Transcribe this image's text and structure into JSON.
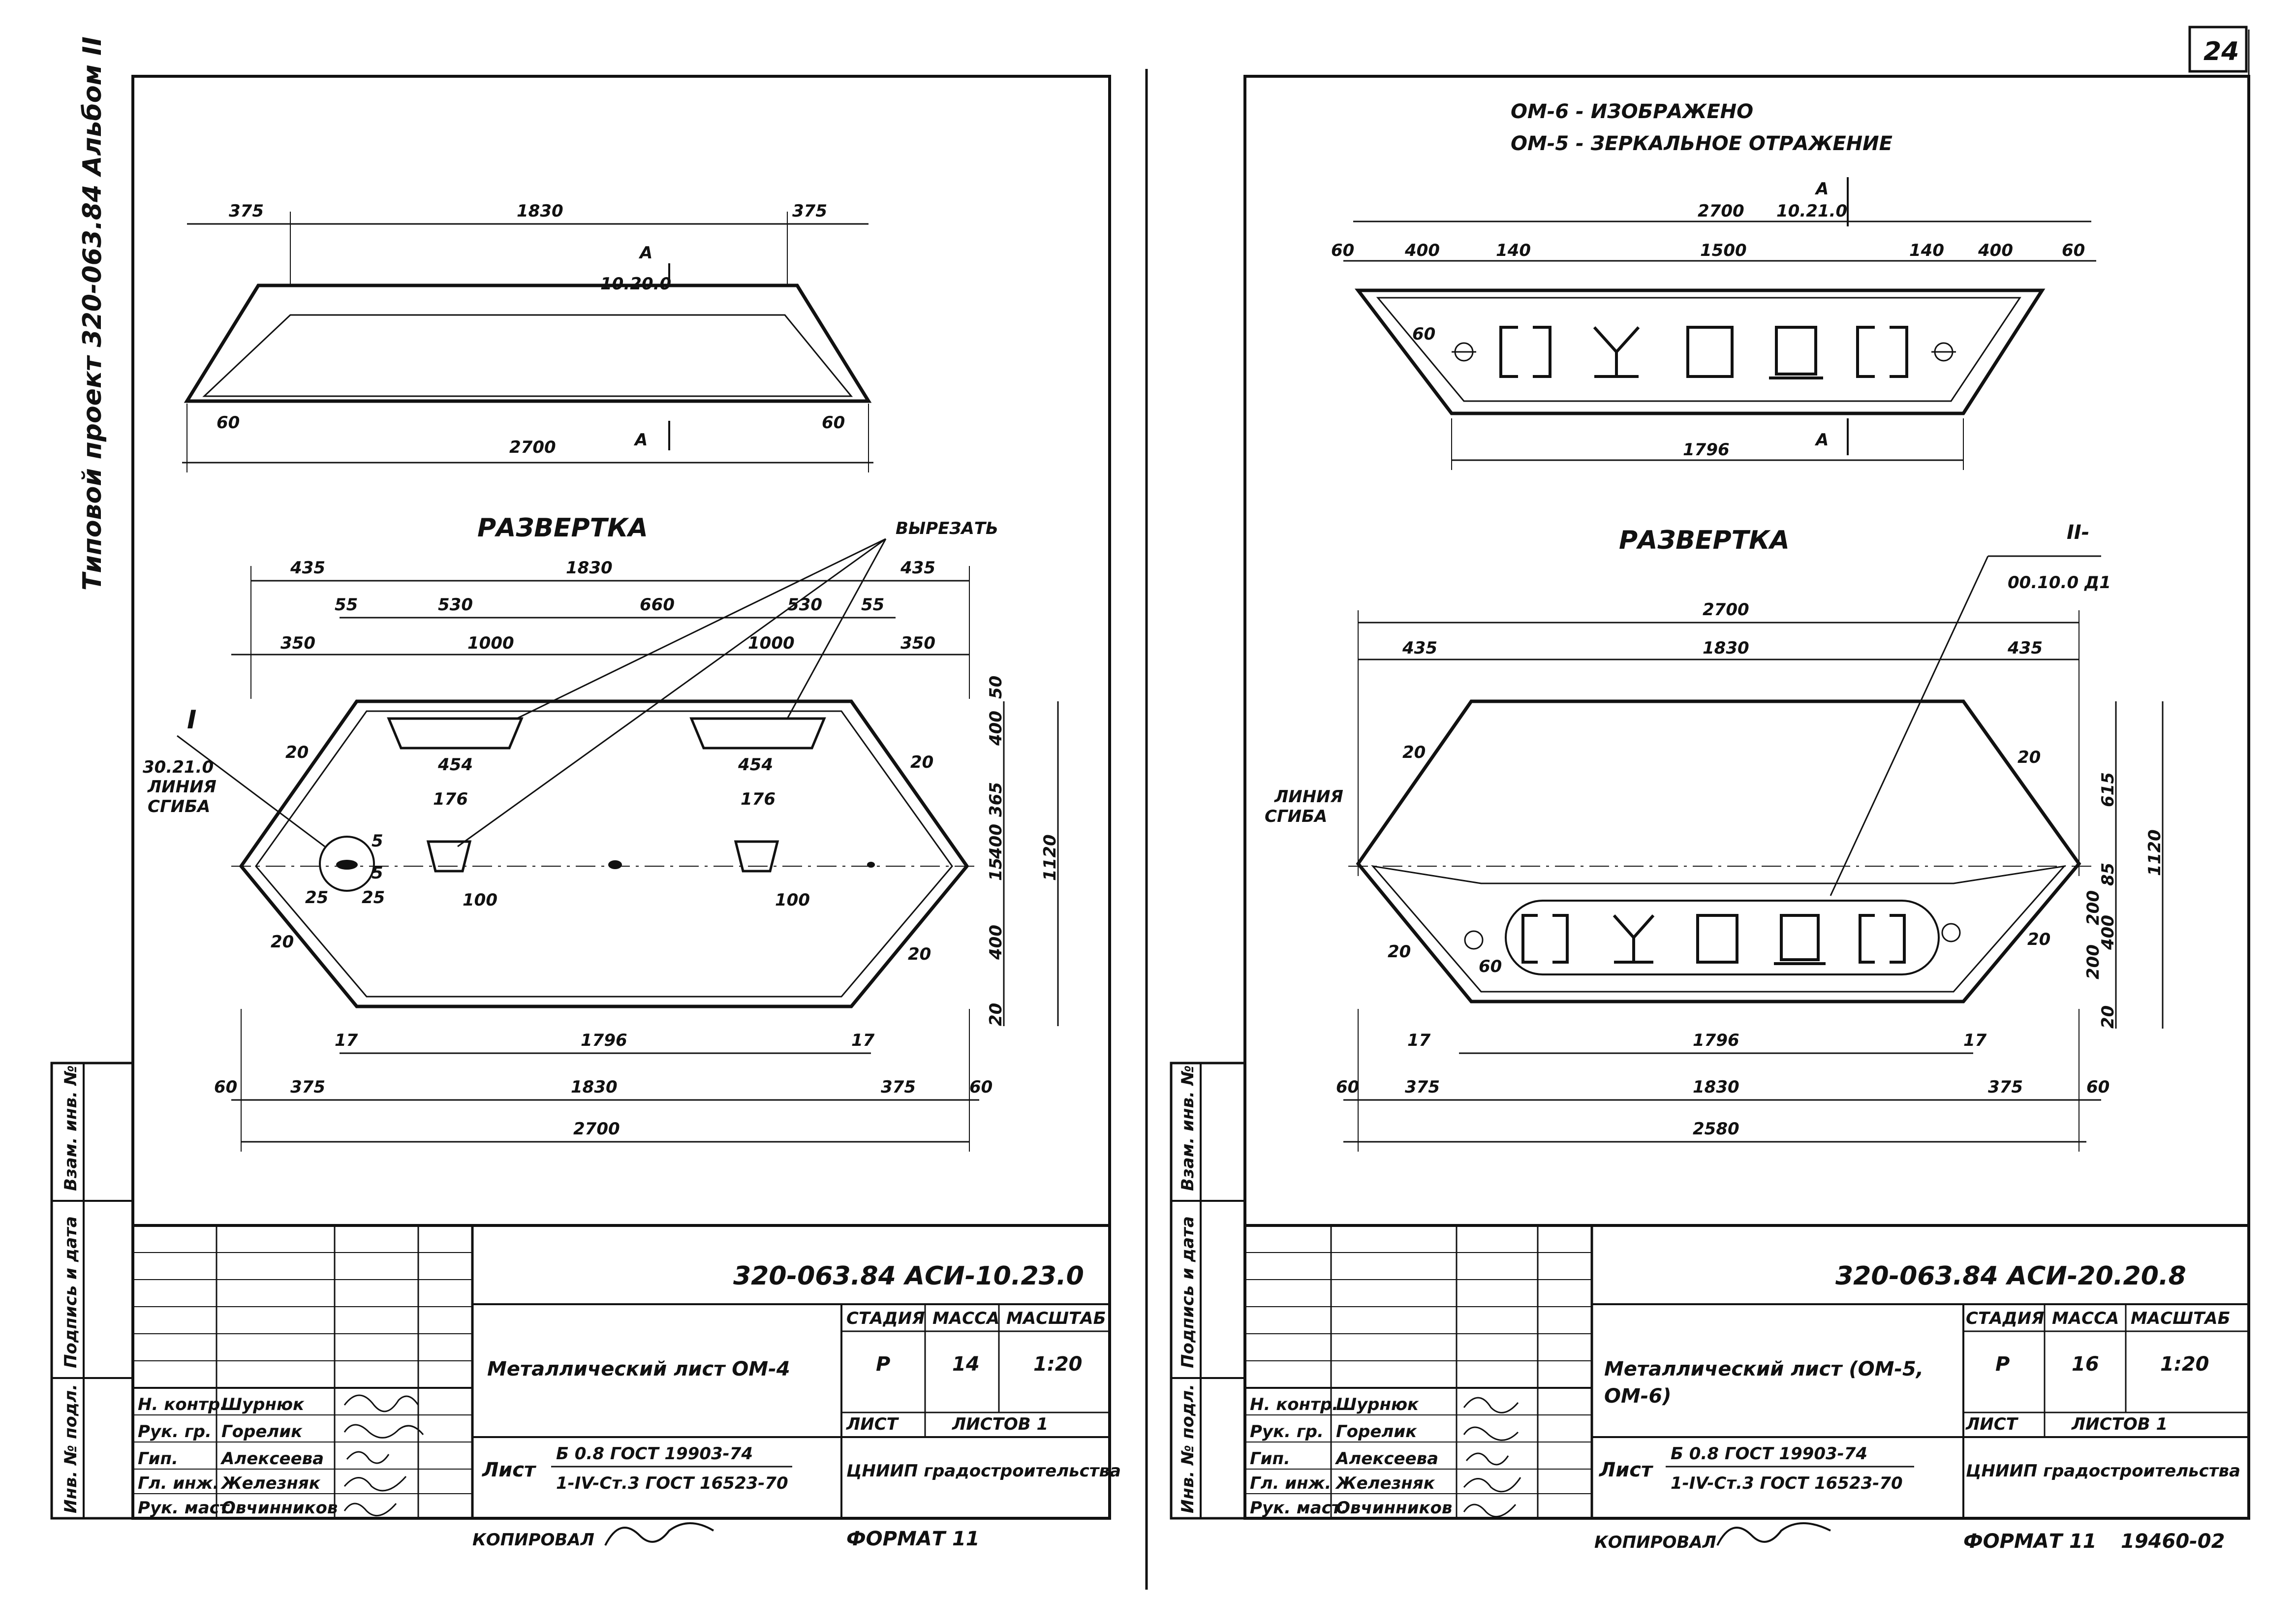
{
  "sheet_number": "24",
  "left_sheet": {
    "side_note": "Типовой проект 320-063.84 Альбом II",
    "top_view": {
      "dims_top": [
        "375",
        "1830",
        "375"
      ],
      "section_mark": "А",
      "section_ref": "10.20.0",
      "dims_bottom": [
        "60",
        "2700",
        "60"
      ]
    },
    "razvertka_title": "РАЗВЕРТКА",
    "cut_label": "ВЫРЕЗАТЬ",
    "dims_row1": [
      "435",
      "1830",
      "435"
    ],
    "dims_row2": [
      "55",
      "530",
      "660",
      "530",
      "55"
    ],
    "dims_row3": [
      "350",
      "1000",
      "1000",
      "350"
    ],
    "cut_widths": [
      "454",
      "454"
    ],
    "small_cut_widths": [
      "176",
      "176"
    ],
    "small_cut_bottoms": [
      "100",
      "100"
    ],
    "hole_dims": [
      "25",
      "25",
      "5",
      "5"
    ],
    "node_mark": "I",
    "node_ref": "30.21.0",
    "fold_label_1": "ЛИНИЯ",
    "fold_label_2": "СГИБА",
    "edge_dims": [
      "20",
      "20",
      "20",
      "20"
    ],
    "right_dims": [
      "50",
      "400",
      "365",
      "15",
      "400",
      "400",
      "20"
    ],
    "overall_height": "1120",
    "dims_bottom_1": [
      "17",
      "1796",
      "17"
    ],
    "dims_bottom_2": [
      "60",
      "375",
      "1830",
      "375",
      "60"
    ],
    "dims_bottom_3": "2700",
    "stamp_left_labels": [
      "Взам. инв. №",
      "Подпись и дата",
      "Инв. № подл."
    ],
    "title_block": {
      "code": "320-063.84  АСИ-10.23.0",
      "name": "Металлический лист ОМ-4",
      "stage_hdr": "СТАДИЯ",
      "mass_hdr": "МАССА",
      "scale_hdr": "МАСШТАБ",
      "stage": "Р",
      "mass": "14",
      "scale": "1:20",
      "sheet_hdr": "ЛИСТ",
      "sheets_hdr": "ЛИСТОВ 1",
      "material_prefix": "Лист",
      "material_1": "Б 0.8 ГОСТ 19903-74",
      "material_2": "1-IV-Ст.3 ГОСТ 16523-70",
      "org": "ЦНИИП градостроительства",
      "people": [
        {
          "role": "Н. контр.",
          "name": "Шурнюк"
        },
        {
          "role": "Рук. гр.",
          "name": "Горелик"
        },
        {
          "role": "Гип.",
          "name": "Алексеева"
        },
        {
          "role": "Гл. инж.",
          "name": "Железняк"
        },
        {
          "role": "Рук. маст.",
          "name": "Овчинников"
        }
      ]
    },
    "copied_label": "КОПИРОВАЛ",
    "format_label": "ФОРМАТ 11"
  },
  "right_sheet": {
    "note_1": "ОМ-6 - ИЗОБРАЖЕНО",
    "note_2": "ОМ-5 - ЗЕРКАЛЬНОЕ ОТРАЖЕНИЕ",
    "top_view": {
      "overall": "2700",
      "section_mark": "А",
      "section_ref": "10.21.0",
      "dims_top": [
        "60",
        "400",
        "140",
        "1500",
        "140",
        "400",
        "60"
      ],
      "edge_dim": "60",
      "bottom_dim": "1796"
    },
    "razvertka_title": "РАЗВЕРТКА",
    "node_mark": "II-",
    "node_ref": "00.10.0 Д1",
    "dims_row1": "2700",
    "dims_row2": [
      "435",
      "1830",
      "435"
    ],
    "fold_label_1": "ЛИНИЯ",
    "fold_label_2": "СГИБА",
    "edge_dims": [
      "20",
      "20",
      "20",
      "20",
      "60"
    ],
    "right_dims": [
      "615",
      "85",
      "200",
      "200",
      "400",
      "20"
    ],
    "overall_height": "1120",
    "dims_bottom_1": [
      "17",
      "1796",
      "17"
    ],
    "dims_bottom_2": [
      "60",
      "375",
      "1830",
      "375",
      "60"
    ],
    "dims_bottom_3": "2580",
    "stamp_left_labels": [
      "Взам. инв. №",
      "Подпись и дата",
      "Инв. № подл."
    ],
    "title_block": {
      "code": "320-063.84  АСИ-20.20.8",
      "name_1": "Металлический лист (ОМ-5,",
      "name_2": "ОМ-6)",
      "stage_hdr": "СТАДИЯ",
      "mass_hdr": "МАССА",
      "scale_hdr": "МАСШТАБ",
      "stage": "Р",
      "mass": "16",
      "scale": "1:20",
      "sheet_hdr": "ЛИСТ",
      "sheets_hdr": "ЛИСТОВ 1",
      "material_prefix": "Лист",
      "material_1": "Б 0.8 ГОСТ 19903-74",
      "material_2": "1-IV-Ст.3 ГОСТ 16523-70",
      "org": "ЦНИИП градостроительства",
      "people": [
        {
          "role": "Н. контр.",
          "name": "Шурнюк"
        },
        {
          "role": "Рук. гр.",
          "name": "Горелик"
        },
        {
          "role": "Гип.",
          "name": "Алексеева"
        },
        {
          "role": "Гл. инж.",
          "name": "Железняк"
        },
        {
          "role": "Рук. маст.",
          "name": "Овчинников"
        }
      ]
    },
    "copied_label": "КОПИРОВАЛ",
    "format_label": "ФОРМАТ 11",
    "doc_number": "19460-02"
  }
}
